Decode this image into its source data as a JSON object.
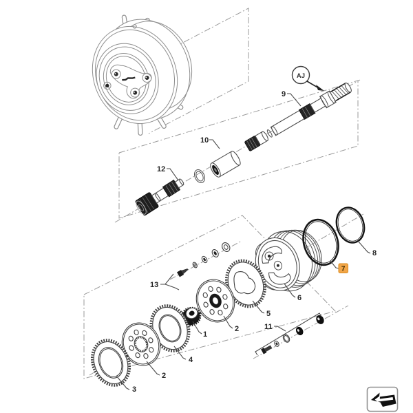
{
  "page": {
    "background": "#ffffff"
  },
  "palette": {
    "line": "#4a4a4a",
    "light_line": "#8e8e8e",
    "dark_fill": "#1f1f1f",
    "centerline": "#9a9a9a",
    "label_color": "#262626",
    "highlight_fill": "#f2a648",
    "highlight_border": "#d98b1f",
    "highlight_text": "#3a2800",
    "oring_color": "#141414"
  },
  "callouts": {
    "c1": {
      "text": "1"
    },
    "c2a": {
      "text": "2"
    },
    "c2b": {
      "text": "2"
    },
    "c3": {
      "text": "3"
    },
    "c4": {
      "text": "4"
    },
    "c5": {
      "text": "5"
    },
    "c6": {
      "text": "6"
    },
    "c7": {
      "text": "7",
      "highlighted": true
    },
    "c8": {
      "text": "8"
    },
    "c9": {
      "text": "9"
    },
    "c10": {
      "text": "10"
    },
    "c11": {
      "text": "11"
    },
    "c12": {
      "text": "12"
    },
    "c13": {
      "text": "13"
    }
  },
  "detail_balloon": {
    "text": "AJ"
  },
  "nav_icon": {
    "name": "previous-figure-arrow"
  }
}
